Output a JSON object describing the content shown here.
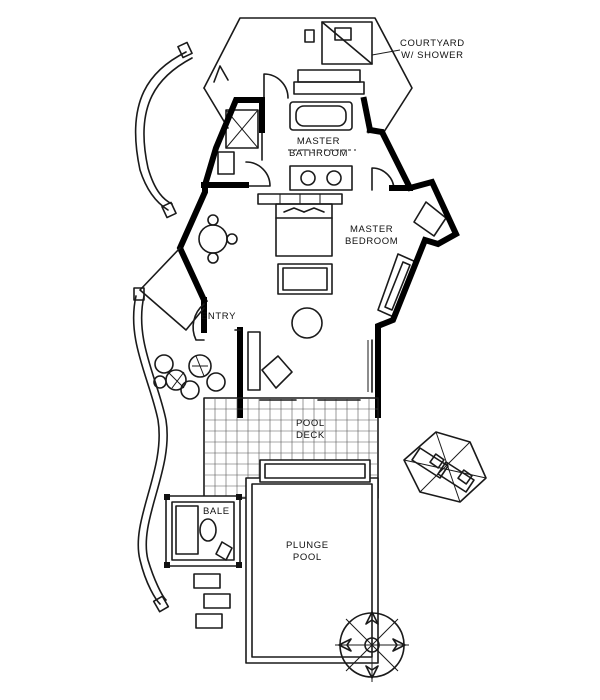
{
  "labels": {
    "courtyard": [
      "COURTYARD",
      "W/ SHOWER"
    ],
    "master_bathroom": [
      "MASTER",
      "BATHROOM"
    ],
    "master_bedroom": [
      "MASTER",
      "BEDROOM"
    ],
    "entry": [
      "ENTRY"
    ],
    "pool_deck": [
      "POOL",
      "DECK"
    ],
    "bale": [
      "BALE"
    ],
    "plunge_pool": [
      "PLUNGE",
      "POOL"
    ]
  }
}
